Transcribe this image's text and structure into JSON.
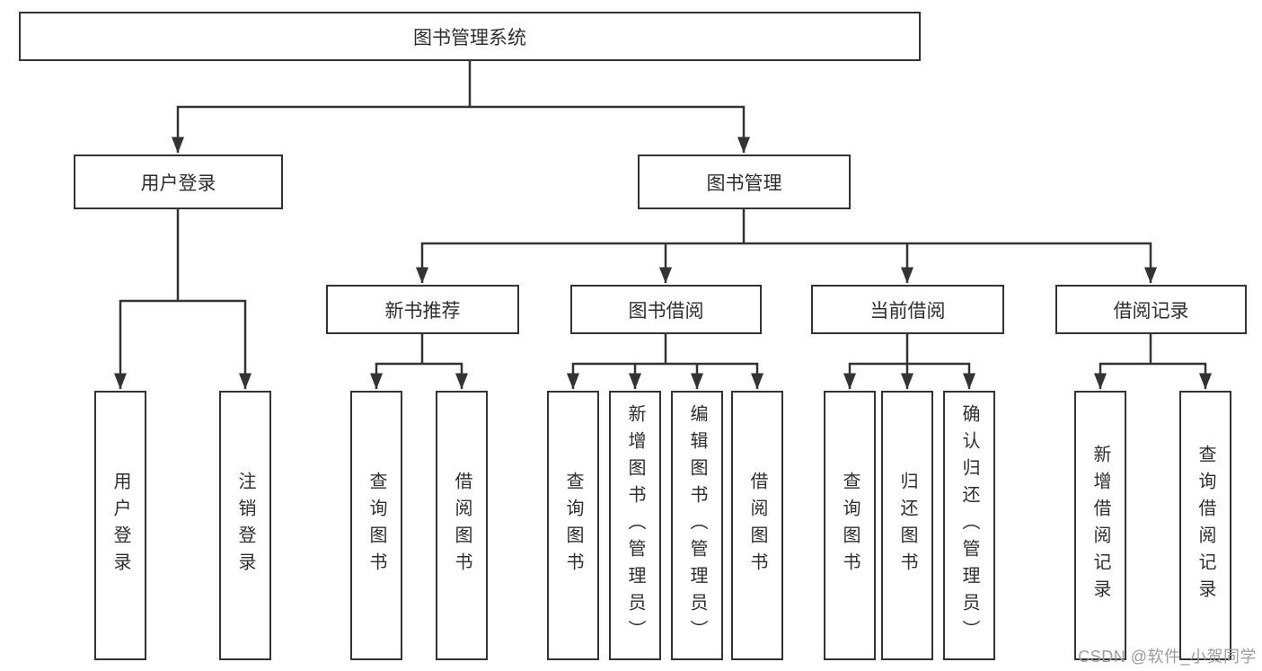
{
  "nodes": {
    "root": "图书管理系统",
    "user_login": "用户登录",
    "book_mgmt": "图书管理",
    "new_book_recommend": "新书推荐",
    "book_borrow": "图书借阅",
    "current_borrow": "当前借阅",
    "borrow_records": "借阅记录",
    "leaf_user_login": "用户登录",
    "leaf_logout": "注销登录",
    "leaf_recommend_query": "查询图书",
    "leaf_recommend_borrow": "借阅图书",
    "leaf_borrow_query": "查询图书",
    "leaf_borrow_add": "新增图书（管理员）",
    "leaf_borrow_edit": "编辑图书（管理员）",
    "leaf_borrow_lend": "借阅图书",
    "leaf_current_query": "查询图书",
    "leaf_current_return": "归还图书",
    "leaf_current_confirm": "确认归还（管理员）",
    "leaf_records_add": "新增借阅记录",
    "leaf_records_query": "查询借阅记录"
  },
  "watermark": "CSDN @软件_小贺同学",
  "colors": {
    "line": "#333333",
    "text": "#2e2e2e",
    "watermark": "#9b9b9b",
    "background": "#ffffff"
  }
}
